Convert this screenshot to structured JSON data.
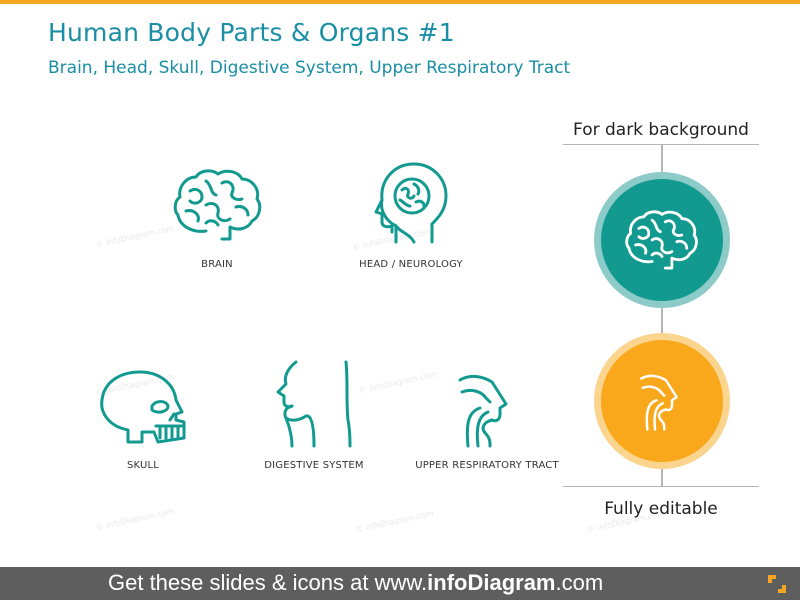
{
  "header": {
    "title": "Human Body Parts & Organs #1",
    "subtitle": "Brain, Head, Skull, Digestive System, Upper Respiratory Tract"
  },
  "icons": [
    {
      "label": "BRAIN",
      "icon": "brain-icon"
    },
    {
      "label": "HEAD  / NEUROLOGY",
      "icon": "head-neurology-icon"
    },
    {
      "label": "SKULL",
      "icon": "skull-icon"
    },
    {
      "label": "DIGESTIVE SYSTEM",
      "icon": "digestive-system-icon"
    },
    {
      "label": "UPPER RESPIRATORY TRACT",
      "icon": "upper-respiratory-tract-icon"
    }
  ],
  "side": {
    "top_heading": "For dark background",
    "bottom_heading": "Fully editable"
  },
  "watermark": "© infoDiagram.com",
  "footer": {
    "prefix": "Get these slides & icons at www.",
    "brand": "infoDiagram",
    "suffix": ".com"
  },
  "colors": {
    "teal": "#129A90",
    "title_blue": "#1A8EA4",
    "orange": "#F9A81B",
    "accent_bar": "#F5A623",
    "footer_bg": "#5E5E5E"
  }
}
